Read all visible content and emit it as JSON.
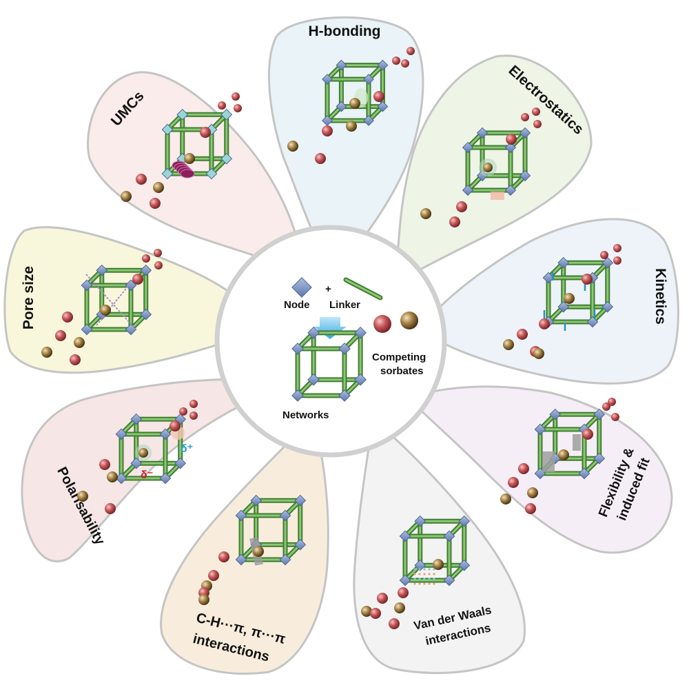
{
  "figure": {
    "center": {
      "node_label": "Node",
      "plus_sign": "+",
      "linker_label": "Linker",
      "networks_label": "Networks",
      "sorbates_label_line1": "Competing",
      "sorbates_label_line2": "sorbates"
    },
    "petals": [
      {
        "id": "h-bonding",
        "title": [
          "H-bonding"
        ],
        "color": "#e9f3f8"
      },
      {
        "id": "electrostatics",
        "title": [
          "Electrostatics"
        ],
        "color": "#eef4e6"
      },
      {
        "id": "kinetics",
        "title": [
          "Kinetics"
        ],
        "color": "#edf3f8"
      },
      {
        "id": "flexibility",
        "title": [
          "Flexibility &",
          "induced fit"
        ],
        "color": "#f6eef6"
      },
      {
        "id": "van-der-waals",
        "title": [
          "Van der Waals",
          "interactions"
        ],
        "color": "#f3f3f3"
      },
      {
        "id": "ch-pi",
        "title": [
          "C-H···π, π···π",
          "interactions"
        ],
        "color": "#f8eddc"
      },
      {
        "id": "polarisability",
        "title": [
          "Polarisability"
        ],
        "color": "#f6e6e6"
      },
      {
        "id": "pore-size",
        "title": [
          "Pore size"
        ],
        "color": "#f8f7dc"
      },
      {
        "id": "umcs",
        "title": [
          "UMCs"
        ],
        "color": "#f9ecea"
      }
    ],
    "polarisability_marks": {
      "delta_plus": "δ⁺",
      "delta_minus": "δ⁻"
    },
    "colors": {
      "node": "#7f99c8",
      "linker": "#5f9f4c",
      "sorbate_red": "#b5474a",
      "sorbate_gold": "#8a6a33",
      "petal_border": "#c4c4c4",
      "ring": "#d0d0d0"
    }
  }
}
